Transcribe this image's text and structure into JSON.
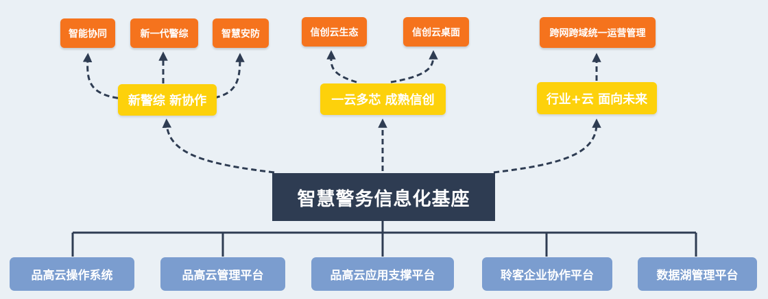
{
  "colors": {
    "background": "#eaf0f5",
    "orange": "#f5731d",
    "yellow": "#fdd10b",
    "core": "#2e3c52",
    "blue": "#7b9dcf",
    "connector": "#2e3c52"
  },
  "core": {
    "label": "智慧警务信息化基座"
  },
  "groups": [
    {
      "theme": "新警综 新协作",
      "items": [
        "智能协同",
        "新一代警综",
        "智慧安防"
      ]
    },
    {
      "theme": "一云多芯 成熟信创",
      "items": [
        "信创云生态",
        "信创云桌面"
      ]
    },
    {
      "theme": "行业+云 面向未来",
      "items": [
        "跨网跨域统一运营管理"
      ]
    }
  ],
  "platforms": [
    "品高云操作系统",
    "品高云管理平台",
    "品高云应用支撑平台",
    "聆客企业协作平台",
    "数据湖管理平台"
  ]
}
